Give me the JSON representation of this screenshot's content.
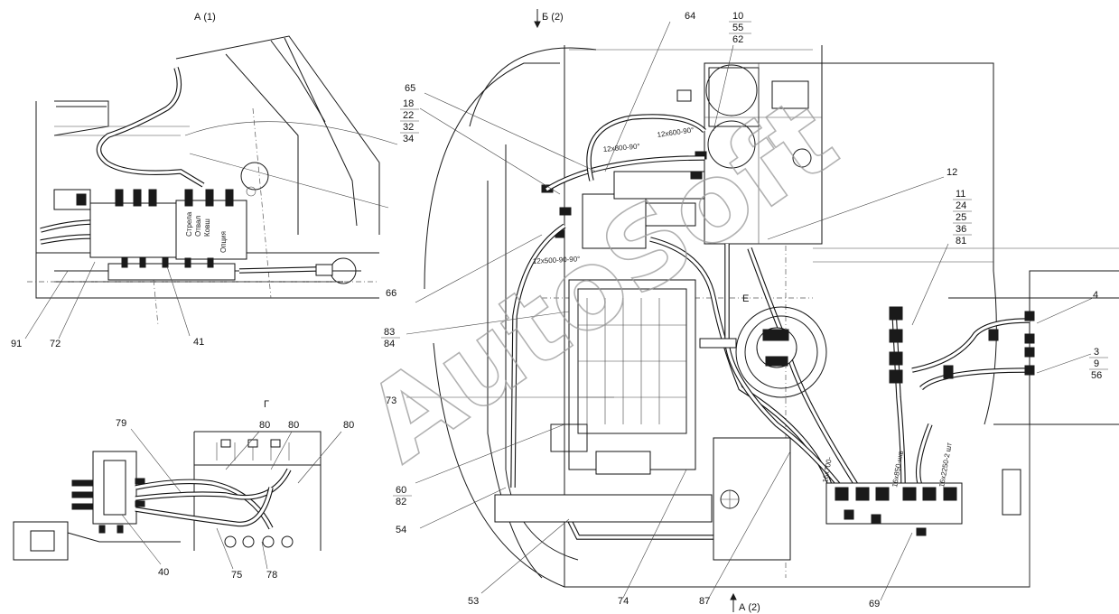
{
  "views": {
    "a1": "А (1)",
    "b2": "Б (2)",
    "g": "Г",
    "e": "Е",
    "a2": "А (2)"
  },
  "callouts": {
    "c10_55_62": [
      "10",
      "55",
      "62"
    ],
    "c18_22_32_34": [
      "18",
      "22",
      "32",
      "34"
    ],
    "c11_24_25_36_81": [
      "11",
      "24",
      "25",
      "36",
      "81"
    ],
    "c3_9_56": [
      "3",
      "9",
      "56"
    ],
    "c60_82": [
      "60",
      "82"
    ],
    "c83_84": [
      "83",
      "84"
    ],
    "c64": "64",
    "c65": "65",
    "c66": "66",
    "c12": "12",
    "c4": "4",
    "c73": "73",
    "c54": "54",
    "c53": "53",
    "c74": "74",
    "c87": "87",
    "c69": "69",
    "c91": "91",
    "c72": "72",
    "c41": "41",
    "c79": "79",
    "c80a": "80",
    "c80b": "80",
    "c80c": "80",
    "c40": "40",
    "c75": "75",
    "c78": "78"
  },
  "hose_notes": {
    "h1": "12х600-90°",
    "h2": "12х800-90°",
    "h3": "12х500-90-90°",
    "h4": "16х850-нкв",
    "h5": "16х700-",
    "h6": "16х2250-2 шт"
  },
  "valve_labels": {
    "v1": "Опция",
    "v2": "Отвал",
    "v3": "Ковш",
    "v4": "Стрела"
  },
  "watermark": "AutoSoft"
}
